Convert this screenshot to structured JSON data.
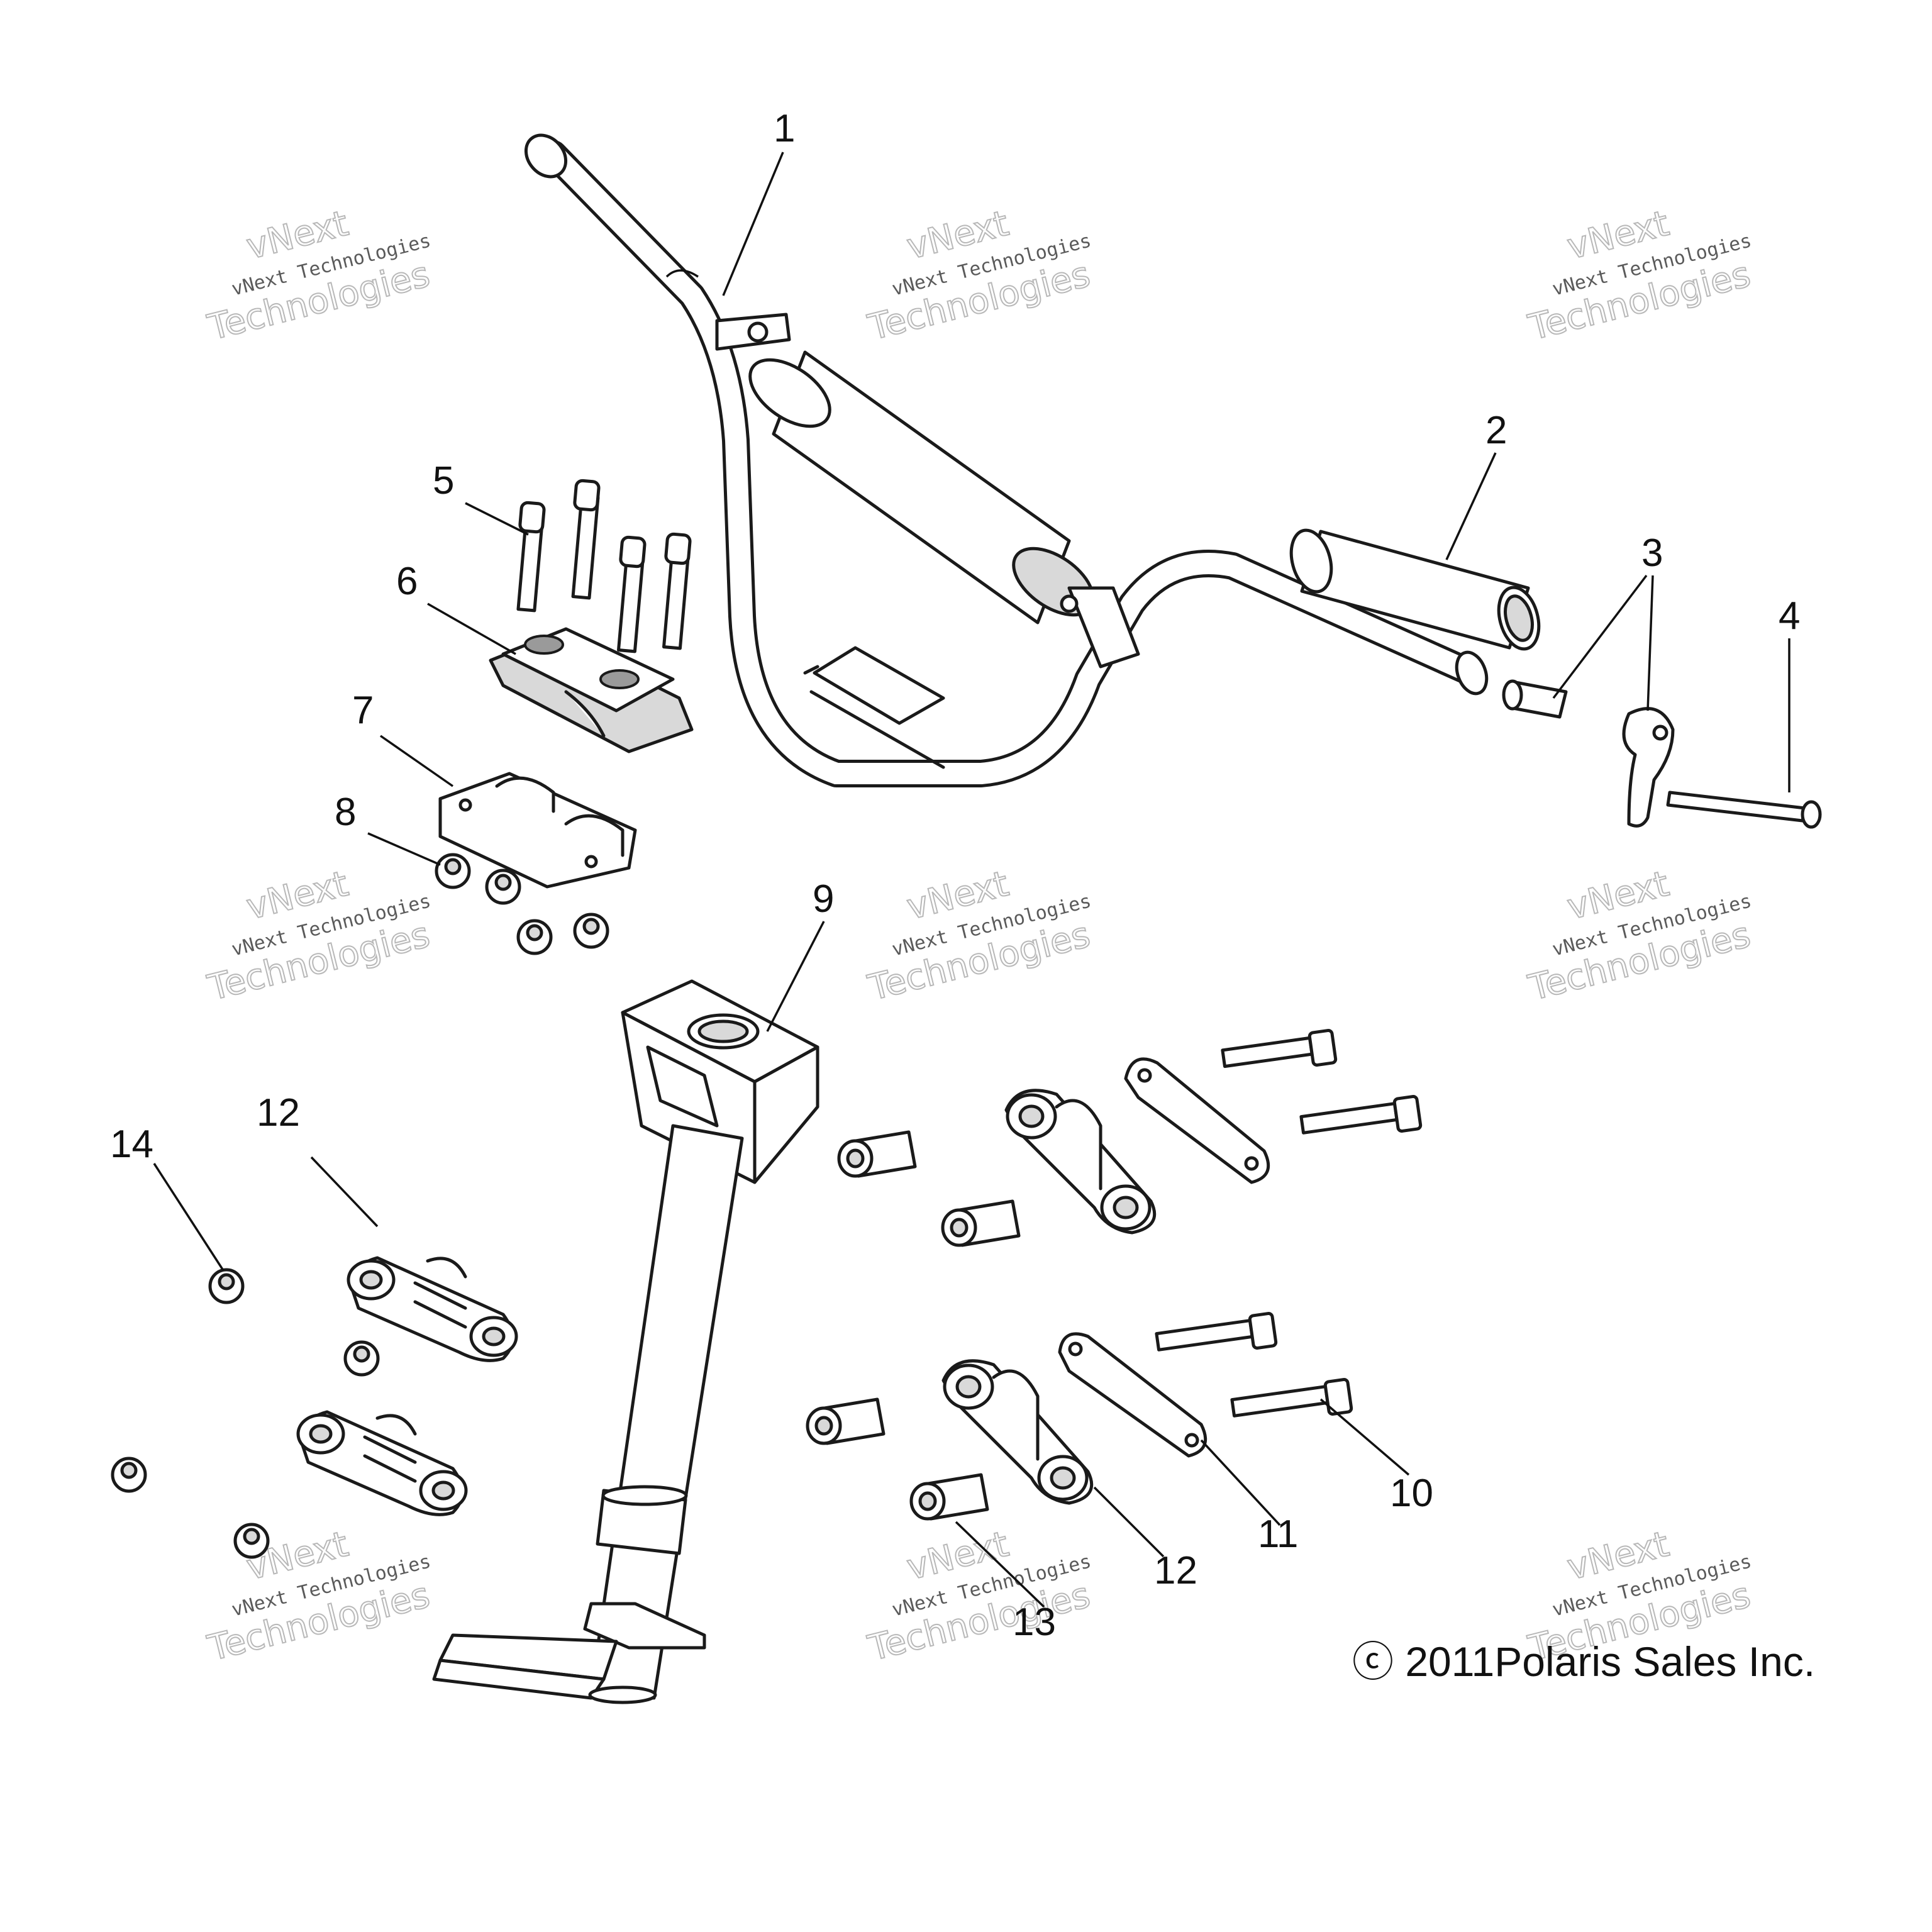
{
  "diagram": {
    "callouts": [
      "1",
      "2",
      "3",
      "4",
      "5",
      "6",
      "7",
      "8",
      "9",
      "10",
      "11",
      "12",
      "13",
      "14"
    ],
    "watermark_line1": "vNext Technologies",
    "watermark_line2": "vNext",
    "watermark_line3": "Technologies",
    "copyright": "ⓒ 2011Polaris Sales Inc."
  }
}
